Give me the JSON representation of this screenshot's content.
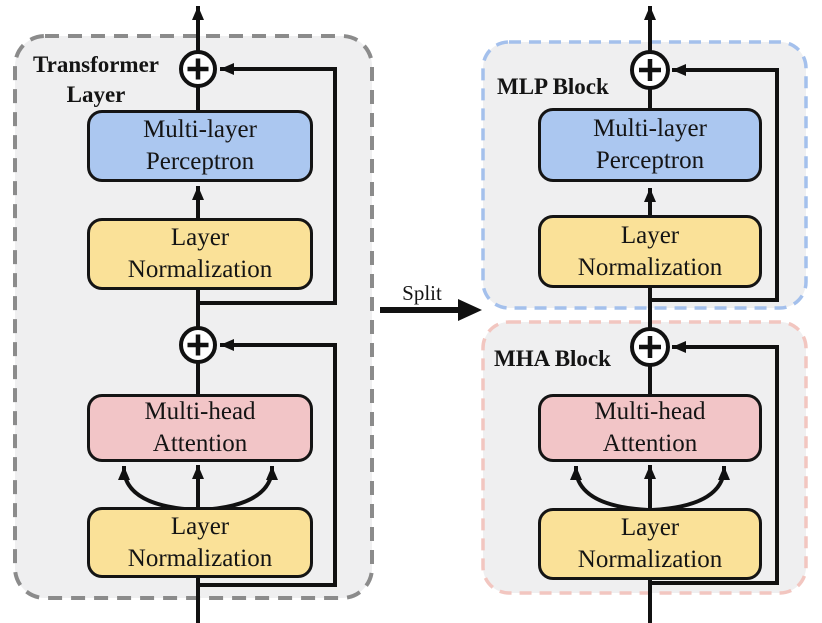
{
  "diagram": {
    "left_panel": {
      "label": "Transformer\nLayer",
      "mlp_box": "Multi-layer\nPerceptron",
      "ln_top_box": "Layer\nNormalization",
      "mha_box": "Multi-head\nAttention",
      "ln_bottom_box": "Layer\nNormalization"
    },
    "split_arrow": {
      "label": "Split"
    },
    "mlp_block_panel": {
      "label": "MLP Block",
      "mlp_box": "Multi-layer\nPerceptron",
      "ln_box": "Layer\nNormalization"
    },
    "mha_block_panel": {
      "label": "MHA Block",
      "mha_box": "Multi-head\nAttention",
      "ln_box": "Layer\nNormalization"
    },
    "colors": {
      "mlp_fill": "#abc7f0",
      "layer_norm_fill": "#fae198",
      "mha_fill": "#f2c5c7",
      "panel_fill": "#efeff0",
      "transformer_dash": "#8b8b8b",
      "mlp_dash": "#a4c0ec",
      "mha_dash": "#f2c6c0",
      "line": "#111111"
    }
  }
}
